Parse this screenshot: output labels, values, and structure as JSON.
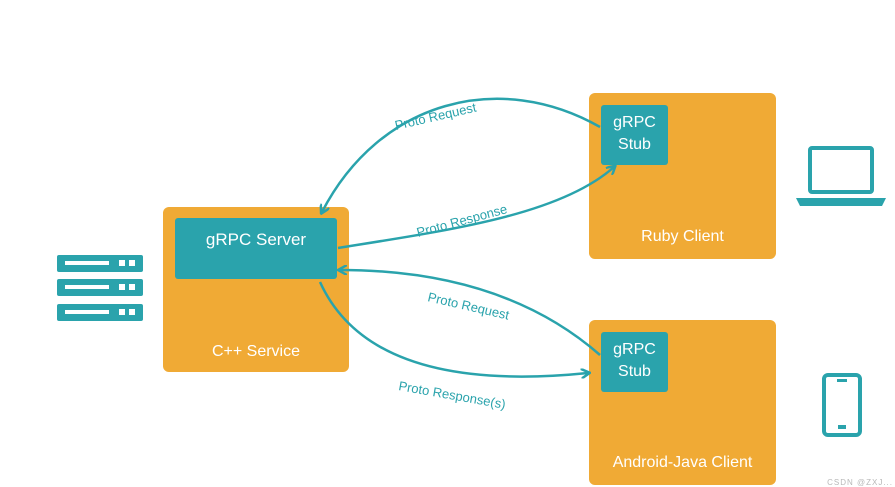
{
  "server": {
    "service_label": "C++ Service",
    "server_label": "gRPC Server"
  },
  "ruby_client": {
    "label": "Ruby Client",
    "stub_line1": "gRPC",
    "stub_line2": "Stub"
  },
  "android_client": {
    "label": "Android-Java Client",
    "stub_line1": "gRPC",
    "stub_line2": "Stub"
  },
  "arrows": {
    "top_request": "Proto Request",
    "top_response": "Proto Response",
    "bottom_request": "Proto Request",
    "bottom_response": "Proto Response(s)"
  },
  "icons": {
    "server": "server-rack-icon",
    "laptop": "laptop-icon",
    "phone": "smartphone-icon"
  },
  "colors": {
    "orange": "#f0aa35",
    "teal": "#2aa3ac"
  },
  "watermark": "CSDN @ZXJ..."
}
